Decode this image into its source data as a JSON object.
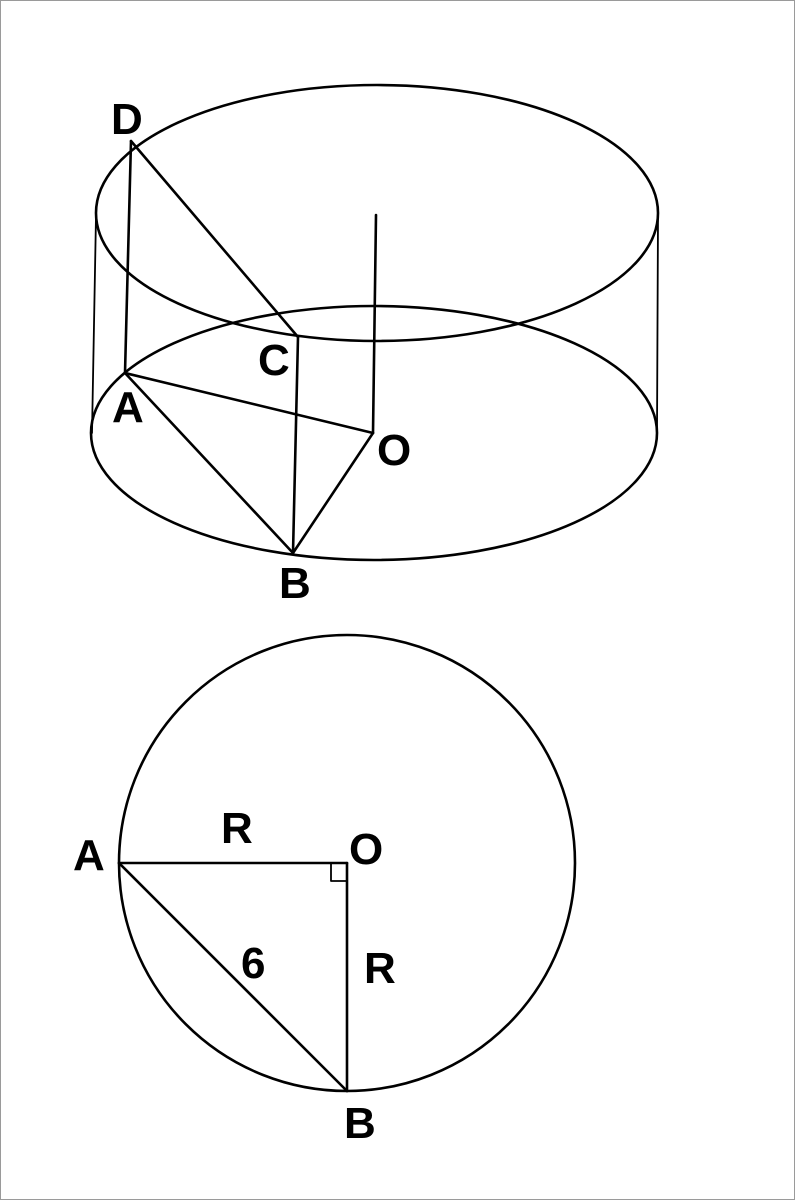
{
  "figure_top": {
    "points": {
      "D": "D",
      "C": "C",
      "A": "A",
      "O": "O",
      "B": "B"
    }
  },
  "figure_bottom": {
    "points": {
      "A": "A",
      "O": "O",
      "B": "B"
    },
    "segment_labels": {
      "AO": "R",
      "OB": "R",
      "AB": "6"
    }
  },
  "colors": {
    "stroke": "#000000",
    "background": "#ffffff",
    "frame": "#9a9a9a"
  }
}
